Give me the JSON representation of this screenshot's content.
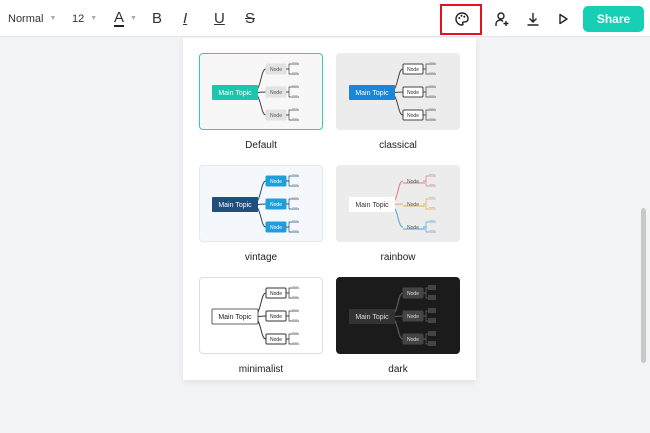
{
  "toolbar": {
    "font_style": "Normal",
    "font_size": "12",
    "font_color_label": "A",
    "bold": "B",
    "italic": "I",
    "underline": "U",
    "strike": "S",
    "share_label": "Share"
  },
  "thumb_text": {
    "main": "Main Topic",
    "node": "Node"
  },
  "themes": [
    {
      "name": "Default",
      "selected": true,
      "bg": "#f7f7f7",
      "border": "#2ecdb4",
      "main_fill": "#1cc5ac",
      "main_text": "#ffffff",
      "node_fill": "#e2e2e2",
      "node_stroke": "#e2e2e2",
      "node_text": "#555555",
      "line": "#444444",
      "sub": "#444444"
    },
    {
      "name": "classical",
      "selected": false,
      "bg": "#ececec",
      "border": "#ececec",
      "main_fill": "#1b85d8",
      "main_text": "#ffffff",
      "node_fill": "#ffffff",
      "node_stroke": "#444444",
      "node_text": "#333333",
      "line": "#444444",
      "sub": "#444444"
    },
    {
      "name": "vintage",
      "selected": false,
      "bg": "#f4f8fc",
      "border": "#e3e8ee",
      "main_fill": "#1e4f7d",
      "main_text": "#ffffff",
      "node_fill": "#1e9fdc",
      "node_stroke": "#1e9fdc",
      "node_text": "#ffffff",
      "line": "#1e4f7d",
      "sub": "#1e4f7d"
    },
    {
      "name": "rainbow",
      "selected": false,
      "bg": "#ececec",
      "border": "#ececec",
      "main_fill": "#ffffff",
      "main_text": "#333333",
      "node_fill": "none",
      "node_stroke": "none",
      "node_text": "#555555",
      "line": "#e57a7a",
      "sub": "#e5b14a",
      "rainbow": [
        "#e57a7a",
        "#e5b14a",
        "#4aa8d8"
      ]
    },
    {
      "name": "minimalist",
      "selected": false,
      "bg": "#ffffff",
      "border": "#dddddd",
      "main_fill": "#ffffff",
      "main_text": "#222222",
      "node_fill": "#ffffff",
      "node_stroke": "#333333",
      "node_text": "#222222",
      "line": "#333333",
      "sub": "#333333"
    },
    {
      "name": "dark",
      "selected": false,
      "bg": "#1b1b1b",
      "border": "#1b1b1b",
      "main_fill": "#333333",
      "main_text": "#dddddd",
      "node_fill": "#444444",
      "node_stroke": "#444444",
      "node_text": "#dddddd",
      "line": "#666666",
      "sub": "#666666"
    }
  ]
}
